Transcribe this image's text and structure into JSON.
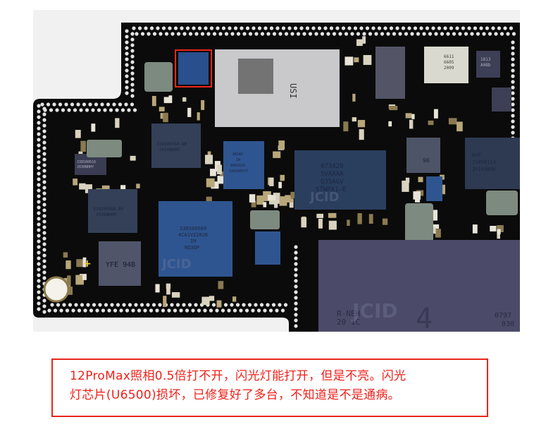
{
  "board": {
    "highlight_color": "#e8261c",
    "watermark": "JCID",
    "chips": {
      "shield_label": "USI",
      "main_chip": [
        "338S00509",
        "4CA1VZ2026",
        "IM",
        "NQ3QP"
      ],
      "st_chip": [
        "073420",
        "5VAAAA",
        "Q35AGV",
        "STWPA1-E"
      ],
      "pmic_top": [
        "338S00564-B0",
        "2036NHH0"
      ],
      "pmic_left": [
        "338S00564-B0",
        "2036NHH0"
      ],
      "small_chip": [
        "338S00616",
        "2030NHHY"
      ],
      "blue_chip": [
        "AW1W2",
        "IW",
        "8082026",
        "338S00537"
      ],
      "yfe_chip": "YFE 94B",
      "right_chip": [
        "NXP",
        "210V8114",
        "2V109896"
      ],
      "light_chip": [
        "6611",
        "6605",
        "2009"
      ],
      "dark_chip": [
        "1813",
        "A0Bb"
      ],
      "grey_chip": "96",
      "nand_chip": [
        "20 1C",
        "R-NEH",
        "4",
        "0797",
        "030"
      ]
    }
  },
  "caption": {
    "line1": "12ProMax照相0.5倍打不开，闪光灯能打开，但是不亮。闪光",
    "line2": "灯芯片(U6500)损坏，已修复好了多台，不知道是不是通病。"
  }
}
